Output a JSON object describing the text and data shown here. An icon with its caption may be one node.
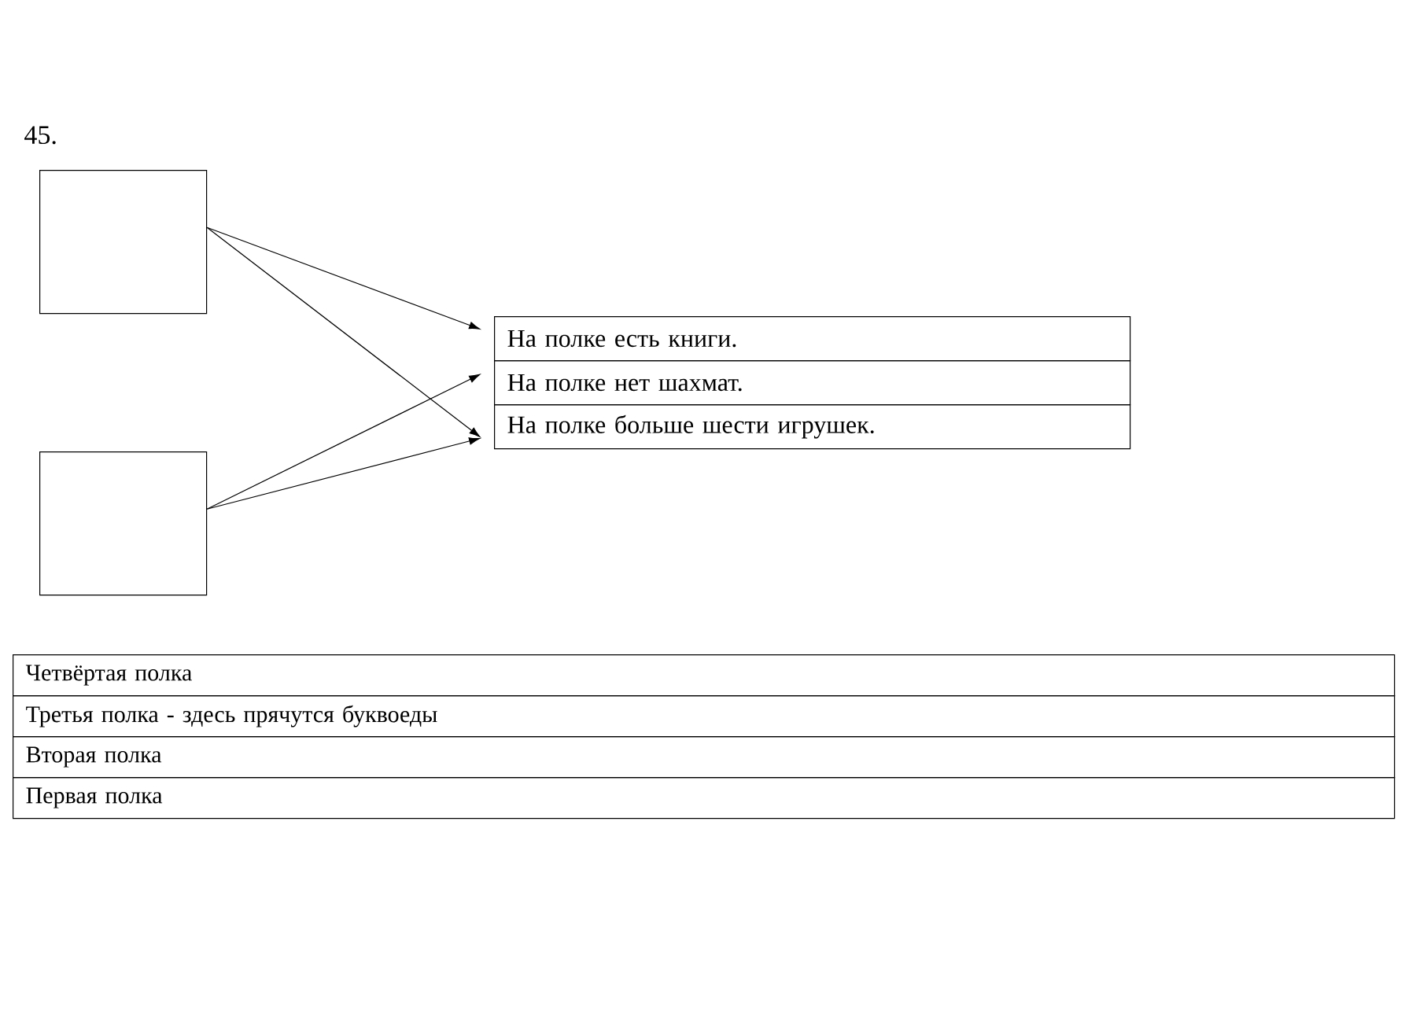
{
  "diagram": {
    "nodes": [
      {
        "text": [],
        "shape": "box"
      },
      {
        "text": [],
        "shape": "box"
      },
      {
        "text": [
          "На полке есть книги."
        ]
      },
      {
        "text": [
          "На полке нет шахмат."
        ]
      },
      {
        "text": [
          "На полке больше шести игрушек."
        ]
      },
      {
        "text": [
          "Четвёртая полка"
        ]
      },
      {
        "text": [
          "Третья полка - здесь прячутся буквоеды"
        ]
      },
      {
        "text": [
          "Вторая полка"
        ]
      },
      {
        "text": [
          "Первая полка"
        ]
      }
    ],
    "edges": [
      {
        "from": 0,
        "to": 2,
        "arrow": "to"
      },
      {
        "from": 0,
        "to": 4,
        "arrow": "to"
      },
      {
        "from": 1,
        "to": 3,
        "arrow": "to"
      },
      {
        "from": 1,
        "to": 4,
        "arrow": "to"
      }
    ],
    "labels": [
      "45."
    ]
  }
}
